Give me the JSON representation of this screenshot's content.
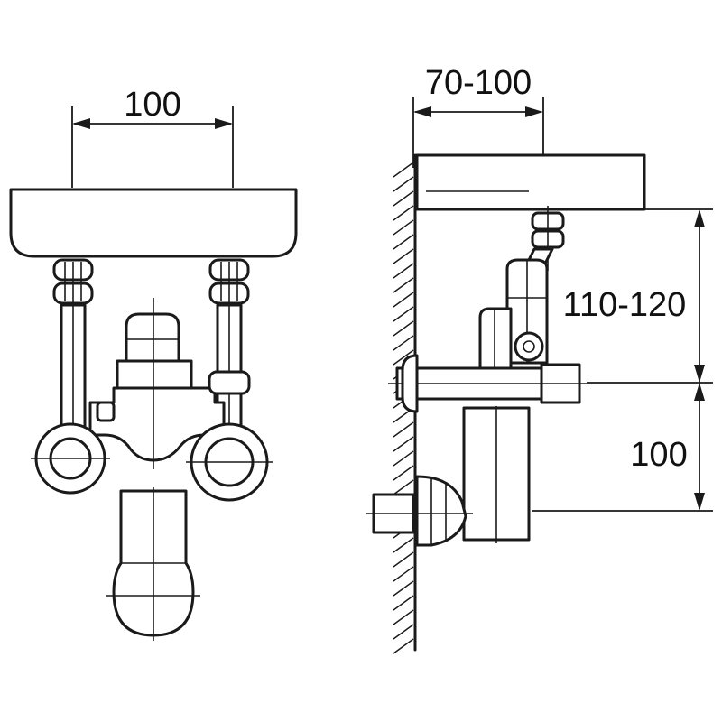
{
  "front_view": {
    "dimension_width": "100"
  },
  "side_view": {
    "dimension_projection": "70-100",
    "dimension_upper_height": "110-120",
    "dimension_lower_height": "100"
  }
}
